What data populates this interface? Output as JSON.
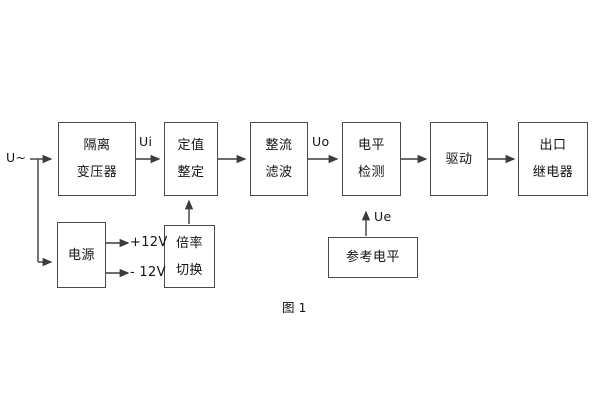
{
  "diagram": {
    "title_caption": "图 1",
    "input_label": "U~",
    "colors": {
      "background": "#ffffff",
      "box_border": "#4a4a4a",
      "wire": "#3c3c3c",
      "text": "#141414"
    },
    "blocks": [
      {
        "id": "isolation-transformer",
        "lines": [
          "隔离",
          "变压器"
        ]
      },
      {
        "id": "setting-value",
        "lines": [
          "定值",
          "整定"
        ]
      },
      {
        "id": "rectifier-filter",
        "lines": [
          "整流",
          "滤波"
        ]
      },
      {
        "id": "level-detection",
        "lines": [
          "电平",
          "检测"
        ]
      },
      {
        "id": "driver",
        "lines": [
          "驱动"
        ]
      },
      {
        "id": "output-relay",
        "lines": [
          "出口",
          "继电器"
        ]
      },
      {
        "id": "power-supply",
        "lines": [
          "电源"
        ]
      },
      {
        "id": "multiplier-switch",
        "lines": [
          "倍率",
          "切换"
        ]
      },
      {
        "id": "reference-level",
        "lines": [
          "参考电平"
        ]
      }
    ],
    "signal_labels": [
      {
        "id": "ui",
        "text": "Ui"
      },
      {
        "id": "uo",
        "text": "Uo"
      },
      {
        "id": "ue",
        "text": "Ue"
      }
    ],
    "power_rails": [
      {
        "id": "rail-positive",
        "text": "+12V"
      },
      {
        "id": "rail-negative",
        "text": "- 12V"
      }
    ]
  }
}
